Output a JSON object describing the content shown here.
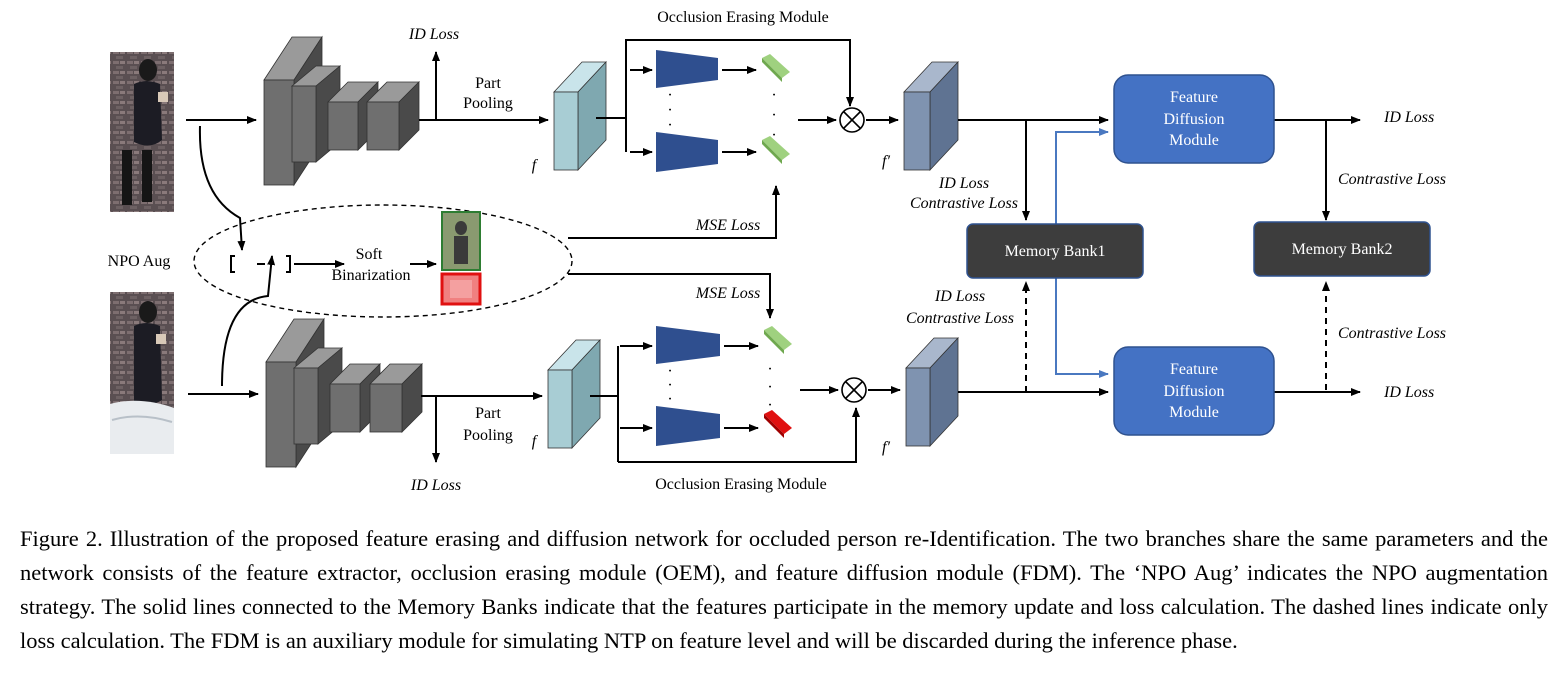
{
  "labels": {
    "oem_top": "Occlusion Erasing Module",
    "oem_bottom": "Occlusion Erasing Module",
    "id_loss": "ID Loss",
    "contrastive_loss": "Contrastive Loss",
    "part": "Part",
    "pooling": "Pooling",
    "f": "f",
    "f_prime": "f′",
    "npo_aug": "NPO Aug",
    "soft": "Soft",
    "binarization": "Binarization",
    "mse_loss": "MSE Loss",
    "memory_bank1": "Memory Bank1",
    "memory_bank2": "Memory Bank2",
    "fdm_line1": "Feature",
    "fdm_line2": "Diffusion",
    "fdm_line3": "Module",
    "dot": "·"
  },
  "caption": "Figure 2. Illustration of the proposed feature erasing and diffusion network for occluded person re-Identification. The two branches share the same parameters and the network consists of the feature extractor, occlusion erasing module (OEM), and feature diffusion module (FDM). The ‘NPO Aug’ indicates the NPO augmentation strategy.  The solid lines connected to the Memory Banks indicate that the features participate in the memory update and loss calculation. The dashed lines indicate only loss calculation. The FDM is an auxiliary module for simulating NTP on feature level and will be discarded during the inference phase.",
  "colors": {
    "backbone": "#6f6f6f",
    "feature_map": "#a8cdd4",
    "feature_map_prime": "#7f93b0",
    "trapezoid": "#2f4f8f",
    "token_green": "#9fd17f",
    "token_red": "#e01010",
    "module_blue": "#4472c4",
    "memory_bank": "#3d3d3d",
    "blue_line": "#4a78c0"
  },
  "icons": [
    "person-image-icon",
    "occluded-person-image-icon",
    "mask-image-icon",
    "multiply-icon"
  ]
}
